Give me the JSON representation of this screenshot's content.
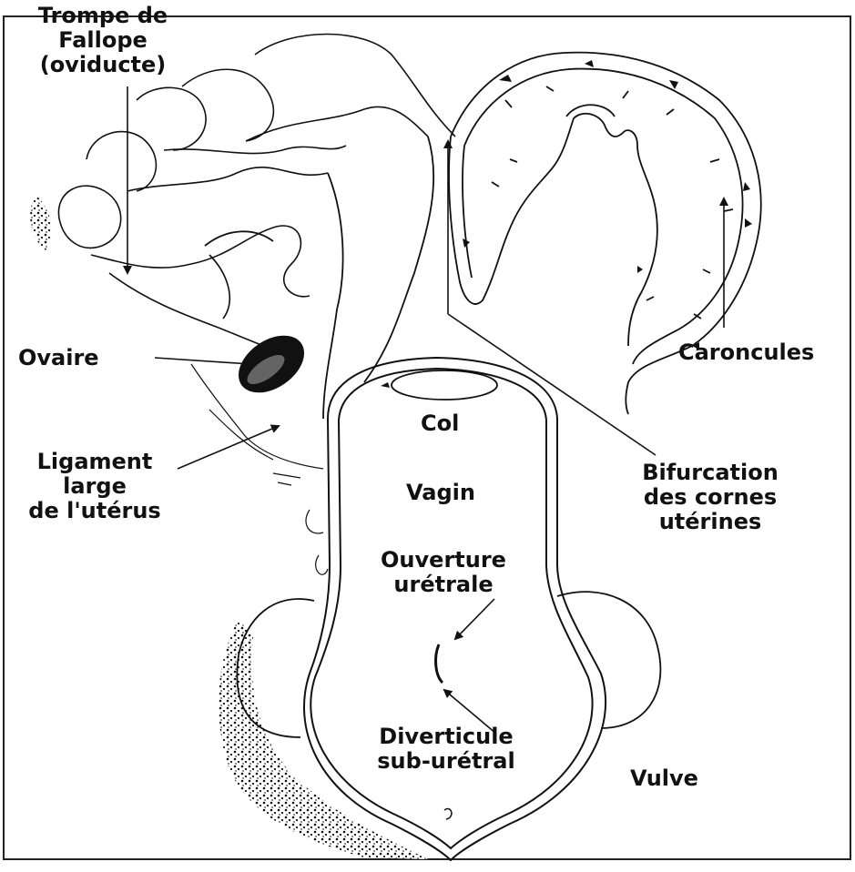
{
  "colors": {
    "ink": "#111111",
    "paper": "#ffffff",
    "frame": "#222222"
  },
  "labels": {
    "trompe": [
      "Trompe de",
      "Fallope",
      "(oviducte)"
    ],
    "ovaire": "Ovaire",
    "ligament": [
      "Ligament",
      "large",
      "de l'utérus"
    ],
    "caroncules": "Caroncules",
    "col": "Col",
    "vagin": "Vagin",
    "ouverture": [
      "Ouverture",
      "urétrale"
    ],
    "diverticule": [
      "Diverticule",
      "sub-urétral"
    ],
    "bifurcation": [
      "Bifurcation",
      "des cornes",
      "utérines"
    ],
    "vulve": "Vulve"
  }
}
